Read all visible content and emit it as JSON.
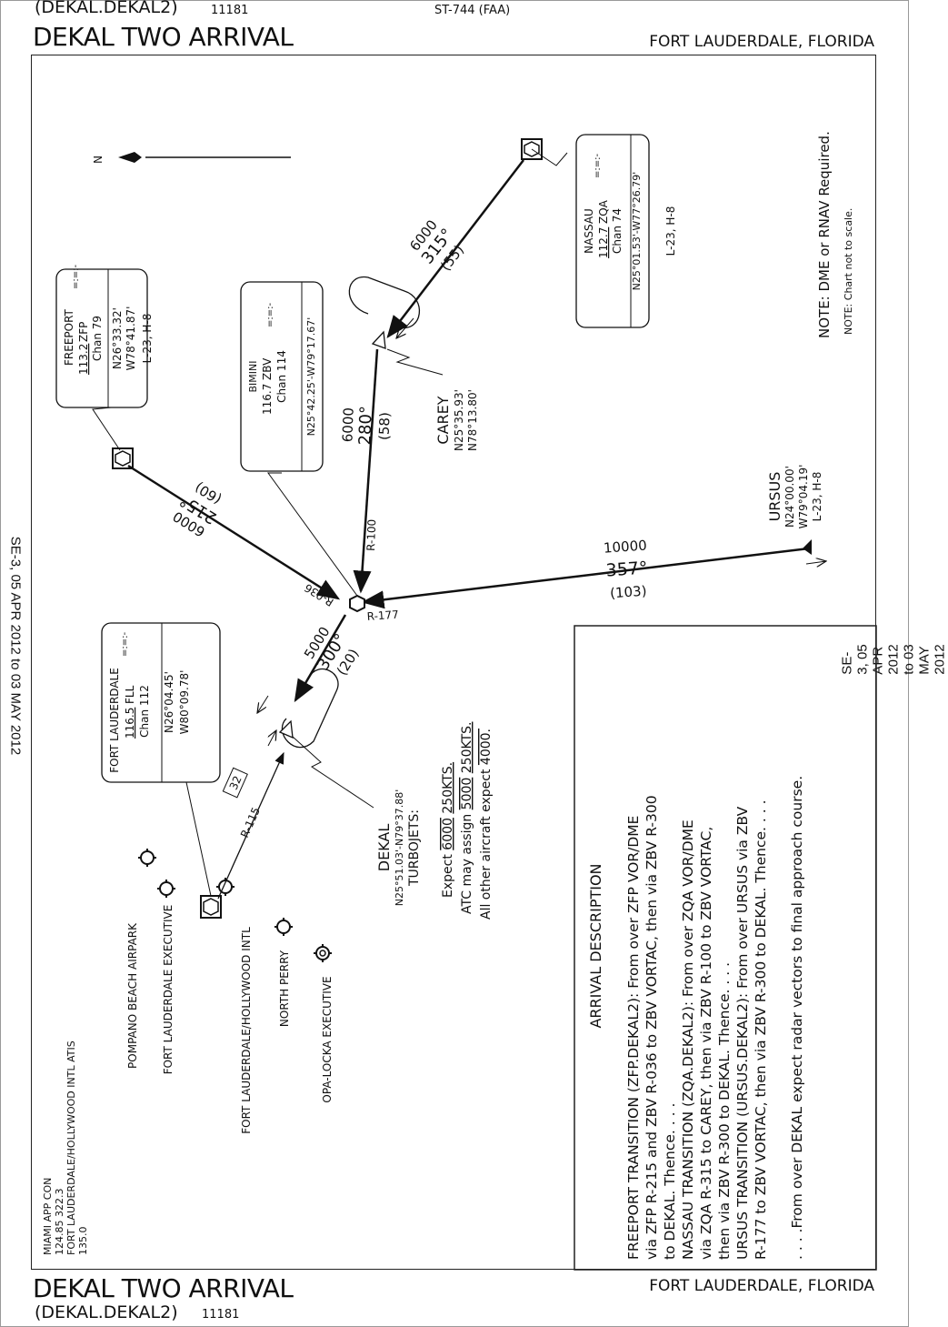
{
  "header": {
    "computer_code": "(DEKAL.DEKAL2)",
    "amendment": "11181",
    "chart_id": "ST-744 (FAA)",
    "title": "DEKAL TWO ARRIVAL",
    "location": "FORT LAUDERDALE, FLORIDA"
  },
  "footer": {
    "title": "DEKAL TWO ARRIVAL",
    "computer_code": "(DEKAL.DEKAL2)",
    "amendment": "11181",
    "location": "FORT LAUDERDALE, FLORIDA"
  },
  "effective": {
    "left": "SE-3, 05 APR 2012 to 03 MAY 2012",
    "right": "SE-3, 05 APR 2012 to 03 MAY 2012"
  },
  "north_arrow": {
    "label": "N"
  },
  "notes": {
    "note1": "NOTE: DME or RNAV Required.",
    "note2": "NOTE: Chart not to scale."
  },
  "navaids": {
    "nassau": {
      "name": "NASSAU",
      "freq": "112.7",
      "ident": "ZQA",
      "morse": "=:=:-",
      "chan": "Chan 74",
      "coords": "N25°01.53'-W77°26.79'",
      "charts": "L-23, H-8"
    },
    "freeport": {
      "name": "FREEPORT",
      "freq": "113.2",
      "ident": "ZFP",
      "morse": "=:=:-",
      "chan": "Chan 79",
      "lat": "N26°33.32'",
      "lon": "W78°41.87'",
      "charts": "L-23, H-8"
    },
    "bimini": {
      "name": "BIMINI",
      "freq": "116.7",
      "ident": "ZBV",
      "morse": "=:=:-",
      "chan": "Chan 114",
      "coords": "N25°42.25'-W79°17.67'"
    },
    "fort_lauderdale": {
      "name": "FORT LAUDERDALE",
      "freq": "116.5",
      "ident": "FLL",
      "morse": "=:=:-",
      "chan": "Chan 112",
      "lat": "N26°04.45'",
      "lon": "W80°09.78'"
    }
  },
  "fixes": {
    "carey": {
      "name": "CAREY",
      "lat": "N25°35.93'",
      "lon": "N78°13.80'"
    },
    "ursus": {
      "name": "URSUS",
      "lat": "N24°00.00'",
      "lon": "W79°04.19'",
      "charts": "L-23, H-8"
    },
    "dekal": {
      "name": "DEKAL",
      "coords": "N25°51.03'-N79°37.88'"
    }
  },
  "legs": {
    "nassau_carey": {
      "alt": "6000",
      "course": "315°",
      "dist": "(55)"
    },
    "carey_bimini": {
      "alt": "6000",
      "course": "280°",
      "dist": "(58)"
    },
    "freeport_bimini": {
      "alt": "6000",
      "course": "215°",
      "dist": "(60)"
    },
    "ursus_bimini": {
      "alt": "10000",
      "course": "357°",
      "dist": "(103)"
    },
    "bimini_dekal": {
      "alt": "5000",
      "course": "300°",
      "dist": "(20)"
    }
  },
  "radials": {
    "r100": "R-100",
    "r036": "R-036",
    "r177": "R-177",
    "r115": "R-115",
    "dme32": "32"
  },
  "turbojets": {
    "heading": "TURBOJETS:",
    "line1_prefix": "Expect",
    "line1_alt": "6000",
    "line1_speed": "250KTS.",
    "line2_prefix": "ATC may assign",
    "line2_alt": "5000",
    "line2_speed": "250KTS.",
    "line3_prefix": "All other aircraft expect",
    "line3_alt": "4000."
  },
  "airports": [
    {
      "name": "POMPANO BEACH AIRPARK"
    },
    {
      "name": "FORT LAUDERDALE EXECUTIVE"
    },
    {
      "name": "FORT LAUDERDALE/HOLLYWOOD INTL"
    },
    {
      "name": "NORTH PERRY"
    },
    {
      "name": "OPA-LOCKA EXECUTIVE"
    }
  ],
  "comms": {
    "line1": "MIAMI APP CON",
    "line2": "124.85  322.3",
    "line3": "FORT LAUDERDALE/HOLLYWOOD INTL ATIS",
    "line4": "135.0"
  },
  "arrival_description": {
    "title": "ARRIVAL DESCRIPTION",
    "lines": [
      "FREEPORT TRANSITION (ZFP.DEKAL2):  From over ZFP VOR/DME",
      "via ZFP R-215 and ZBV R-036 to ZBV VORTAC, then via ZBV R-300",
      "to DEKAL.  Thence. . . .",
      "NASSAU TRANSITION (ZQA.DEKAL2):  From over ZQA VOR/DME",
      "via ZQA R-315 to CAREY, then via ZBV R-100 to ZBV VORTAC,",
      "then via ZBV R-300 to DEKAL.  Thence. . . .",
      "URSUS TRANSITION (URSUS.DEKAL2):  From over URSUS via ZBV",
      "R-177 to ZBV VORTAC, then via ZBV R-300 to DEKAL.  Thence. . . .",
      "",
      ". . . .From over DEKAL expect radar vectors to final approach course."
    ]
  }
}
